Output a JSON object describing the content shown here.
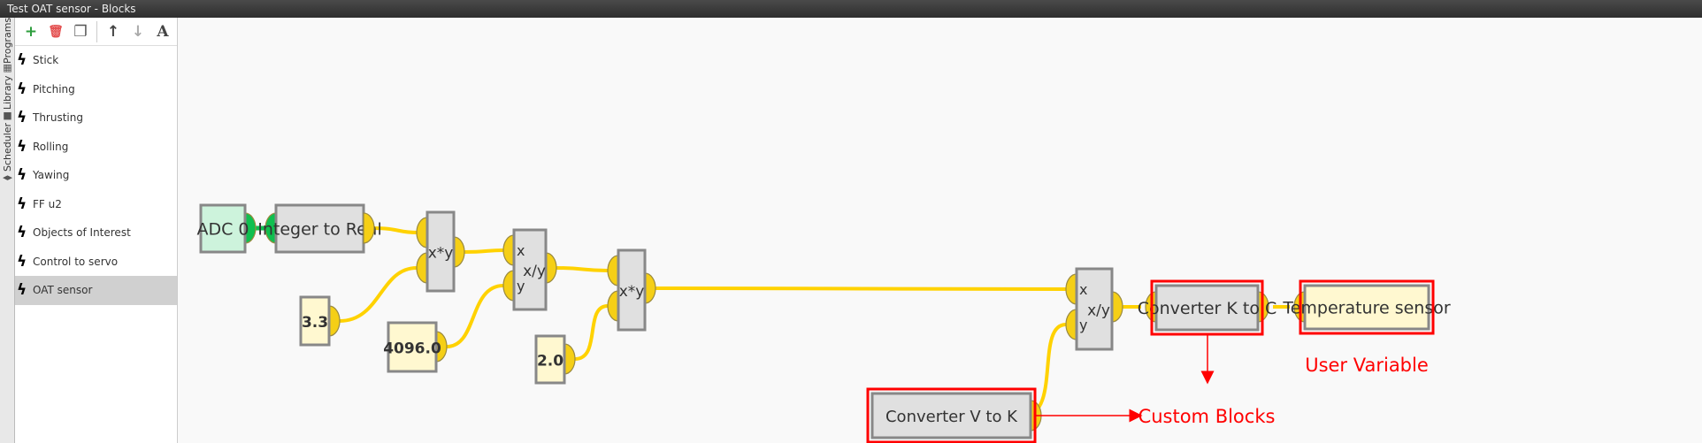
{
  "window": {
    "title": "Test OAT sensor - Blocks"
  },
  "side_tabs": {
    "programs": "Programs",
    "library": "Library",
    "scheduler": "Scheduler"
  },
  "toolbar": {
    "add": "+",
    "delete": "🗑",
    "copy": "❐",
    "up": "↑",
    "down": "↓",
    "font": "A"
  },
  "programs": [
    {
      "label": "Stick"
    },
    {
      "label": "Pitching"
    },
    {
      "label": "Thrusting"
    },
    {
      "label": "Rolling"
    },
    {
      "label": "Yawing"
    },
    {
      "label": "FF u2"
    },
    {
      "label": "Objects of Interest"
    },
    {
      "label": "Control to servo"
    },
    {
      "label": "OAT sensor",
      "selected": true
    }
  ],
  "blocks": {
    "adc": "ADC 0",
    "int_to_real": "Integer to Real",
    "mul1": "x*y",
    "const_33": "3.3",
    "div1": "x/y",
    "const_4096": "4096.0",
    "mul2": "x*y",
    "const_2": "2.0",
    "div2": "x/y",
    "port_x": "x",
    "port_y": "y",
    "conv_k_to_c": "Converter K to C",
    "temp_sensor": "Temperature sensor",
    "conv_v_to_k": "Converter V to K"
  },
  "annotations": {
    "user_variable": "User Variable",
    "custom_blocks": "Custom Blocks"
  },
  "colors": {
    "wire": "#ffd200",
    "connector": "#f5cf16",
    "green": "#0fbf4f",
    "block": "#e0e0e0",
    "const": "#fff8d0",
    "adc": "#cdf3dc",
    "highlight": "#ff0000"
  }
}
